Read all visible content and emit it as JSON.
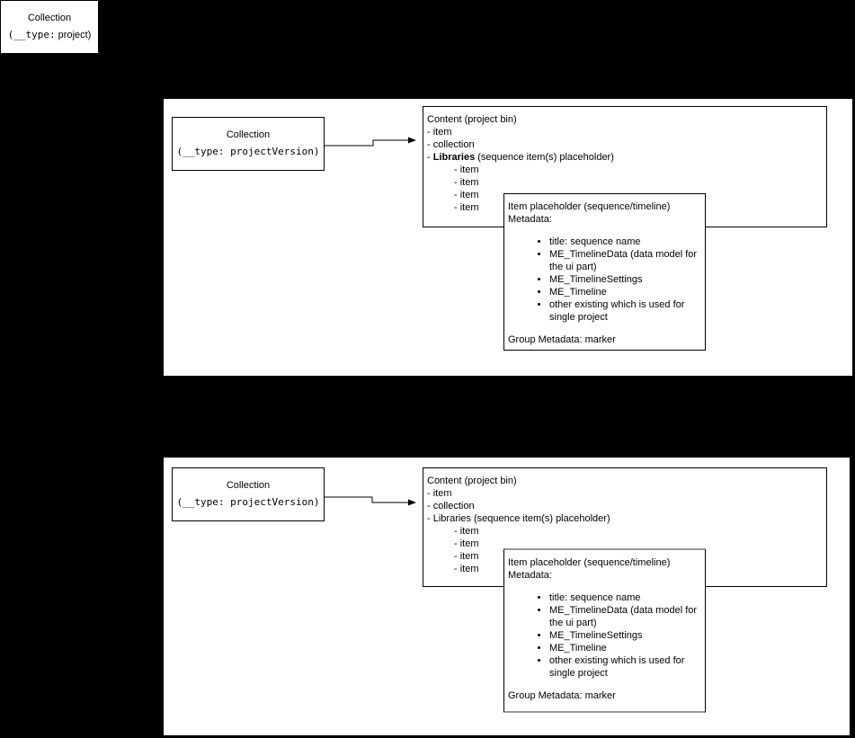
{
  "colors": {
    "canvas_bg": "#000000",
    "page_bg": "#ffffff",
    "line": "#000000",
    "highlight_border": "#999999"
  },
  "project_box": {
    "title": "Collection",
    "type_mono": "(__type:",
    "type_rest": " project)"
  },
  "panels": [
    {
      "collection_box": {
        "title": "Collection",
        "type_mono": "(__type: projectVersion)",
        "type_rest": ""
      },
      "content_box": {
        "title": "Content (project bin)",
        "line_item": "- item",
        "line_collection": "- collection",
        "libraries_prefix": "- ",
        "libraries_name": "Libraries",
        "libraries_suffix": " (sequence item(s) placeholder)",
        "libraries_bold": true,
        "sub_items": [
          "- item",
          "- item",
          "- item",
          "- item"
        ]
      },
      "metadata_box": {
        "title": "Item placeholder (sequence/timeline)",
        "subtitle": "Metadata:",
        "bullets": [
          "title: sequence name",
          "ME_TimelineData (data model for the ui part)",
          "ME_TimelineSettings",
          "ME_Timeline",
          "other existing which is used for single project"
        ],
        "footer": "Group Metadata: marker"
      }
    },
    {
      "collection_box": {
        "title": "Collection",
        "type_mono": "(__type: projectVersion)",
        "type_rest": ""
      },
      "content_box": {
        "title": "Content (project bin)",
        "line_item": "- item",
        "line_collection": "- collection",
        "libraries_prefix": "- ",
        "libraries_name": "Libraries",
        "libraries_suffix": " (sequence item(s) placeholder)",
        "libraries_bold": false,
        "sub_items": [
          "- item",
          "- item",
          "- item",
          "- item"
        ]
      },
      "metadata_box": {
        "title": "Item placeholder (sequence/timeline)",
        "subtitle": "Metadata:",
        "bullets": [
          "title: sequence name",
          "ME_TimelineData (data model for the ui part)",
          "ME_TimelineSettings",
          "ME_Timeline",
          "other existing which is used for single project"
        ],
        "footer": "Group Metadata: marker"
      }
    }
  ]
}
